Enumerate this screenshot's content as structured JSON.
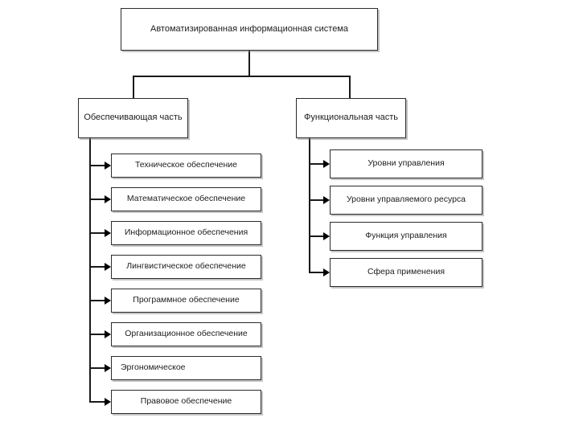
{
  "diagram": {
    "root": {
      "label": "Автоматизированная информационная система"
    },
    "branches": {
      "left": {
        "label": "Обеспечивающая часть",
        "items": [
          {
            "label": "Техническое обеспечение"
          },
          {
            "label": "Математическое обеспечение"
          },
          {
            "label": "Информационное обеспечения"
          },
          {
            "label": "Лингвистическое обеспечение"
          },
          {
            "label": "Программное обеспечение"
          },
          {
            "label": "Организационное обеспечение"
          },
          {
            "label": "Эргономическое"
          },
          {
            "label": "Правовое обеспечение"
          }
        ]
      },
      "right": {
        "label": "Функциональная часть",
        "items": [
          {
            "label": "Уровни управления"
          },
          {
            "label": "Уровни управляемого ресурса"
          },
          {
            "label": "Функция управления"
          },
          {
            "label": "Сфера применения"
          }
        ]
      }
    }
  },
  "colors": {
    "background": "#ffffff",
    "box_fill": "#ffffff",
    "box_border": "#2b2b2b",
    "line": "#1a1a1a",
    "text": "#1d1d1d",
    "shadow": "#7d7d7d"
  }
}
